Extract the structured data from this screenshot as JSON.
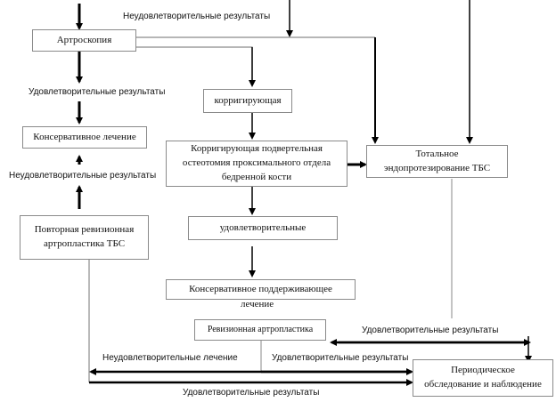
{
  "diagram": {
    "nodes": {
      "arthroscopy": "Артроскопия",
      "corrective": "корригирующая",
      "conservative": "Консервативное лечение",
      "osteotomy_line1": "Корригирующая подвертельная",
      "osteotomy_line2": "остеотомия проксимального отдела",
      "osteotomy_line3": "бедренной кости",
      "total_line1": "Тотальное",
      "total_line2": "эндопротезирование ТБС",
      "repeat_revision_line1": "Повторная ревизионная",
      "repeat_revision_line2": "артропластика ТБС",
      "satisfactory_box": "удовлетворительные",
      "maintenance_line1": "Консервативное поддерживающее",
      "maintenance_line2": "лечение",
      "revision": "Ревизионная артропластика",
      "periodic_line1": "Периодическое",
      "periodic_line2": "обследование и наблюдение"
    },
    "labels": {
      "top_unsatisfactory": "Неудовлетворительные результаты",
      "left_satisfactory": "Удовлетворительные результаты",
      "left_unsatisfactory": "Неудовлетворительные результаты",
      "bottom_unsatisfactory_treatment": "Неудовлетворительные  лечение",
      "bottom_satisfactory_mid": "Удовлетворительные результаты",
      "bottom_satisfactory_right": "Удовлетворительные результаты",
      "bottom_satisfactory_low": "Удовлетворительные результаты"
    },
    "colors": {
      "box_border": "#8a8a8a",
      "arrow": "#000000",
      "thin_line": "#8a8a8a"
    }
  }
}
